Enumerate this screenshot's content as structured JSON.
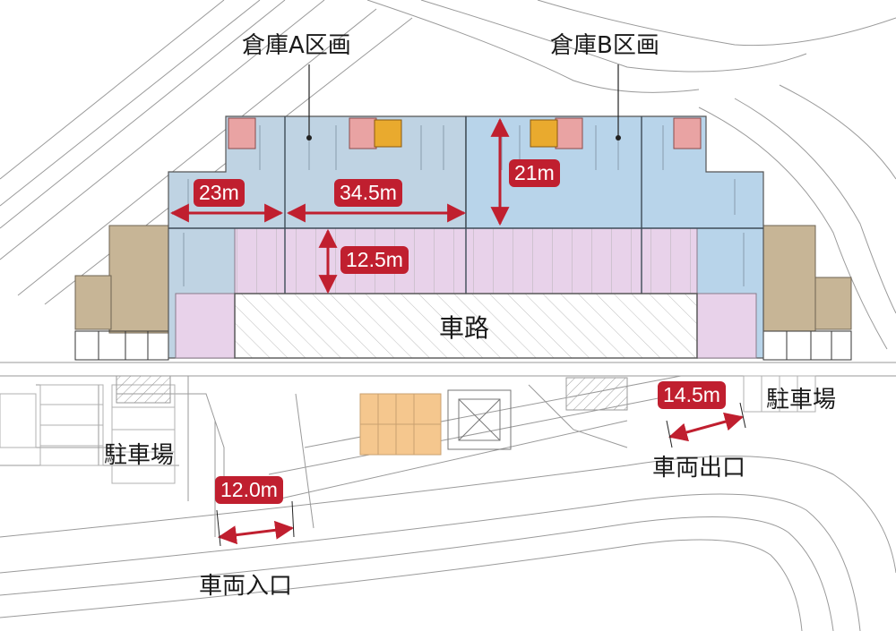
{
  "labels": {
    "section_a": "倉庫A区画",
    "section_b": "倉庫B区画",
    "road": "車路",
    "parking_left": "駐車場",
    "parking_right": "駐車場",
    "entrance": "車両入口",
    "exit": "車両出口"
  },
  "dimensions": {
    "span_23": "23m",
    "span_34_5": "34.5m",
    "depth_21": "21m",
    "depth_12_5": "12.5m",
    "entrance_width": "12.0m",
    "exit_width": "14.5m"
  },
  "colors": {
    "warehouse_blue": "#b8d4ea",
    "warehouse_blue_a": "#bfd3e3",
    "loading_pink": "#e8d2ea",
    "office_khaki": "#c7b596",
    "elevator_red": "#e9a3a3",
    "freight_orange": "#e9aa2e",
    "parking_orange": "#f5c78e",
    "dimension_red": "#c01f2f"
  }
}
